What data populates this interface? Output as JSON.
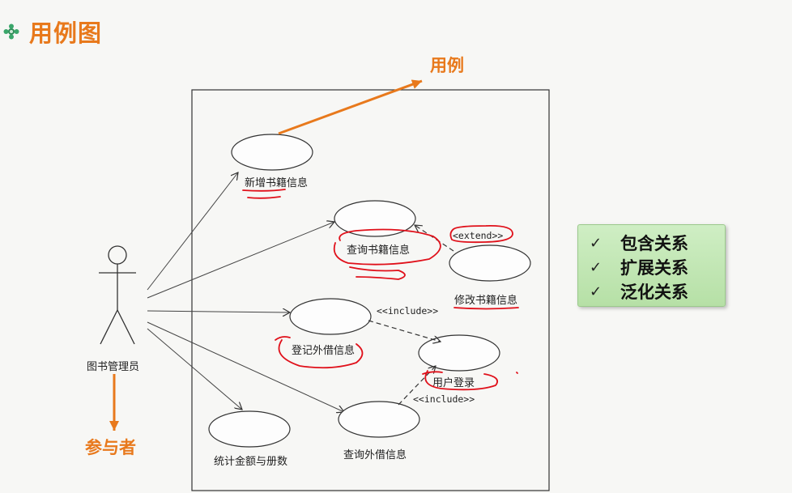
{
  "page": {
    "title": "用例图"
  },
  "callouts": {
    "use_case": "用例",
    "actor": "参与者"
  },
  "actor": {
    "name": "图书管理员"
  },
  "use_cases": {
    "add_book": "新增书籍信息",
    "query_book": "查询书籍信息",
    "modify_book": "修改书籍信息",
    "register_borrow": "登记外借信息",
    "user_login": "用户登录",
    "stats": "统计金额与册数",
    "query_borrow": "查询外借信息"
  },
  "stereotypes": {
    "extend": "<extend>>",
    "include_1": "<<include>>",
    "include_2": "<<include>>"
  },
  "relations_box": {
    "items": [
      "包含关系",
      "扩展关系",
      "泛化关系"
    ]
  },
  "colors": {
    "accent": "#e8791c",
    "annotation": "#e0101a",
    "box_green": "#c4e8b6"
  }
}
